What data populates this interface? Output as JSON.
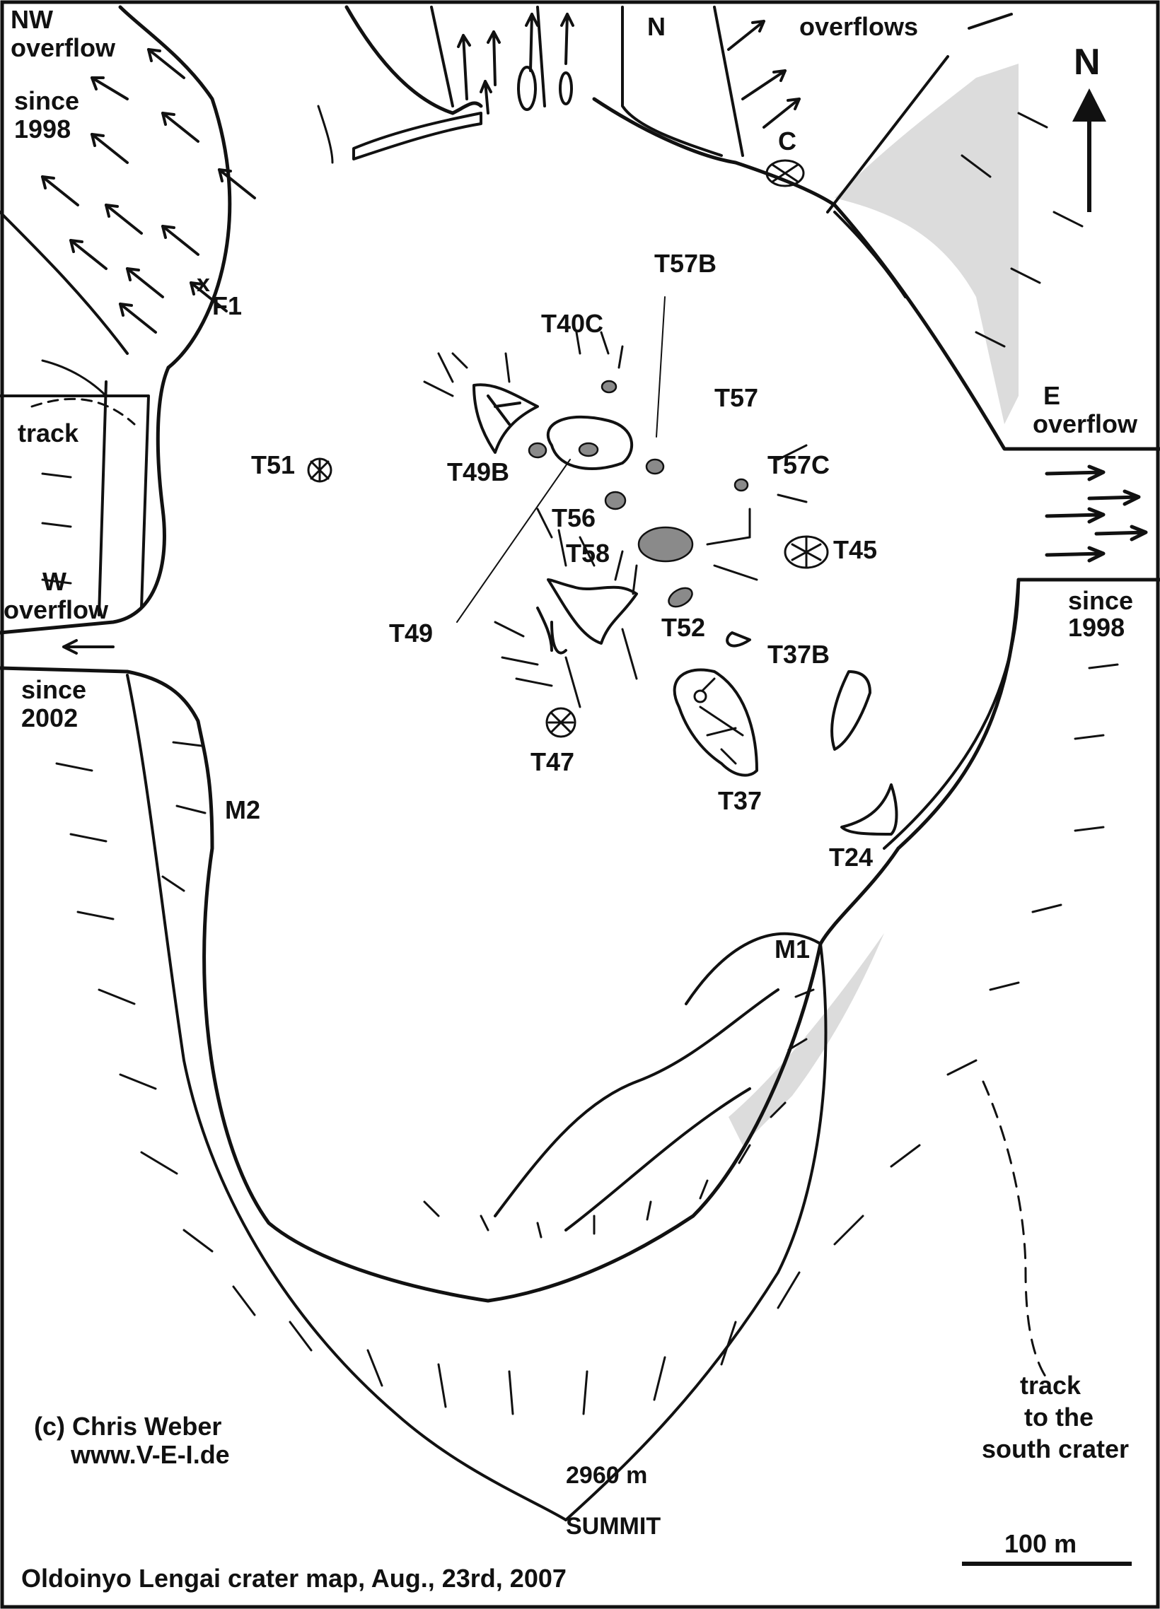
{
  "map": {
    "title": "Oldoinyo Lengai crater map, Aug., 23rd,  2007",
    "copyright": "(c) Chris Weber",
    "website": "www.V-E-I.de",
    "north_label": "N",
    "scale_label": "100 m",
    "summit_elevation": "2960 m",
    "summit_label": "SUMMIT"
  },
  "overflows": {
    "nw_line1": "NW",
    "nw_line2": "overflow",
    "nw_since1": "since",
    "nw_since2": "1998",
    "n_label": "N",
    "n_overflows": "overflows",
    "e_line1": "E",
    "e_line2": "overflow",
    "e_since1": "since",
    "e_since2": "1998",
    "w_line1": "W",
    "w_line2": "overflow",
    "w_since1": "since",
    "w_since2": "2002"
  },
  "tracks": {
    "west_track": "track",
    "south_track1": "track",
    "south_track2": "to the",
    "south_track3": "south crater"
  },
  "features": {
    "c": "C",
    "f1_marker": "x",
    "f1": "F1",
    "m1": "M1",
    "m2": "M2",
    "t24": "T24",
    "t37": "T37",
    "t37b": "T37B",
    "t40c": "T40C",
    "t45": "T45",
    "t47": "T47",
    "t49": "T49",
    "t49b": "T49B",
    "t51": "T51",
    "t52": "T52",
    "t56": "T56",
    "t57": "T57",
    "t57b": "T57B",
    "t57c": "T57C",
    "t58": "T58"
  },
  "colors": {
    "ink": "#111111",
    "vent_fill": "#8a8a8a",
    "slope_shade": "#dcdcdc"
  }
}
